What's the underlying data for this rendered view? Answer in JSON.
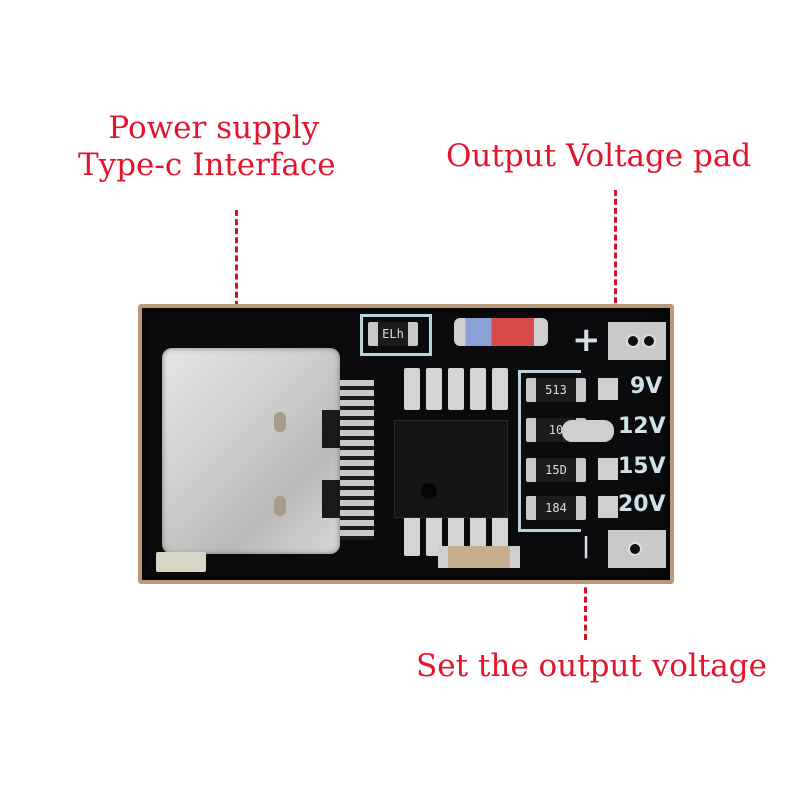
{
  "annotations": {
    "power_supply": {
      "line1": "Power supply",
      "line2": "Type-c Interface"
    },
    "output_pad": {
      "text": "Output Voltage pad"
    },
    "set_voltage": {
      "text": "Set the output voltage"
    }
  },
  "board": {
    "polarity_plus": "+",
    "polarity_minus": "|",
    "resistor_top": "ELh",
    "resistors": [
      "513",
      "10",
      "15D",
      "184"
    ],
    "voltage_labels": [
      "9V",
      "12V",
      "15V",
      "20V"
    ]
  },
  "colors": {
    "annotation": "#e5132b",
    "pcb": "#0b0b0d",
    "silkscreen": "#cfe0e8"
  }
}
